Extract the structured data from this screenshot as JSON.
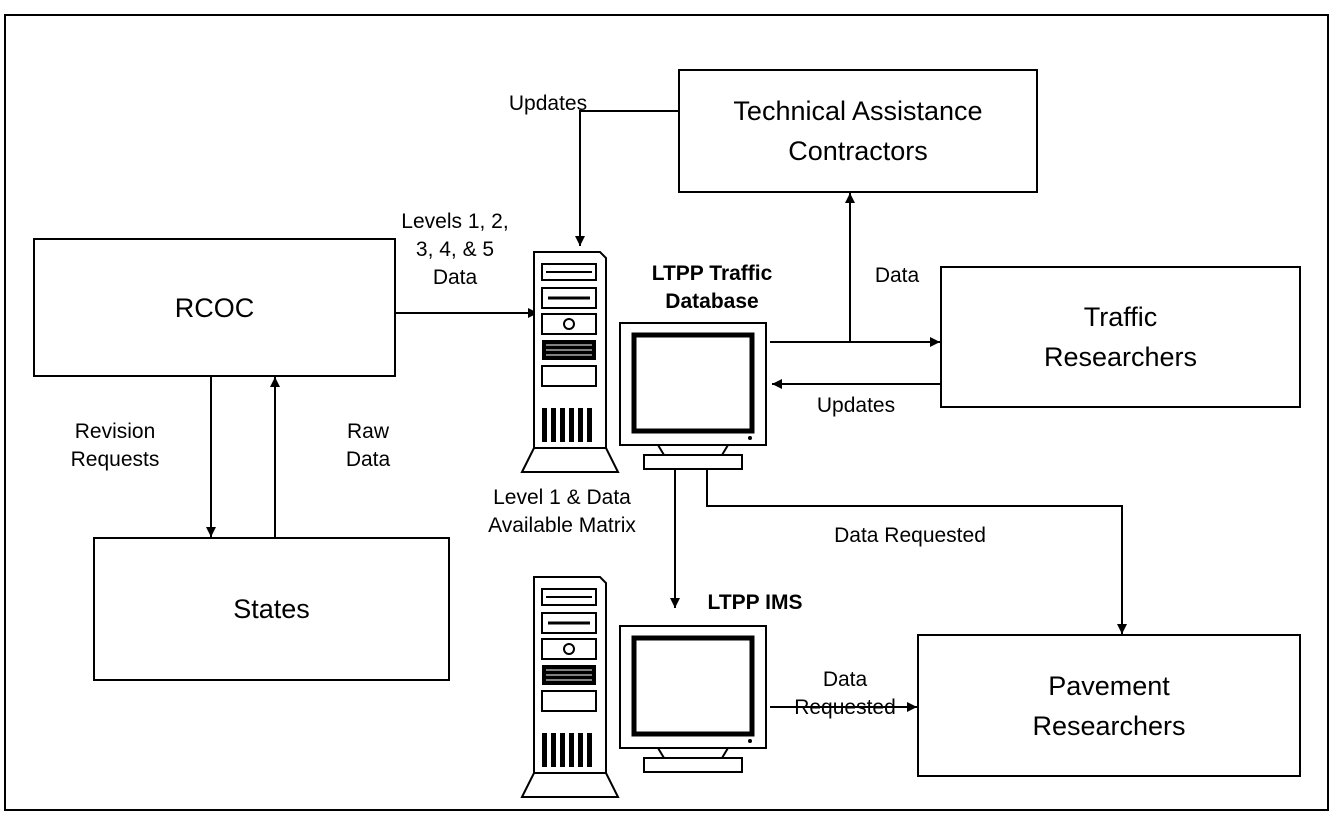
{
  "boxes": {
    "rcoc": "RCOC",
    "states": "States",
    "technical_assistance": "Technical Assistance\nContractors",
    "traffic_researchers": "Traffic\nResearchers",
    "pavement_researchers": "Pavement\nResearchers"
  },
  "labels": {
    "updates_top": "Updates",
    "levels_data": "Levels 1, 2,\n3, 4, &  5\nData",
    "ltpp_traffic_database": "LTPP Traffic\nDatabase",
    "data": "Data",
    "updates_right": "Updates",
    "revision_requests": "Revision\nRequests",
    "raw_data": "Raw\nData",
    "level1_matrix": "Level 1 & Data\nAvailable Matrix",
    "data_requested_top": "Data Requested",
    "ltpp_ims": "LTPP IMS",
    "data_requested_bottom": "Data\nRequested"
  }
}
